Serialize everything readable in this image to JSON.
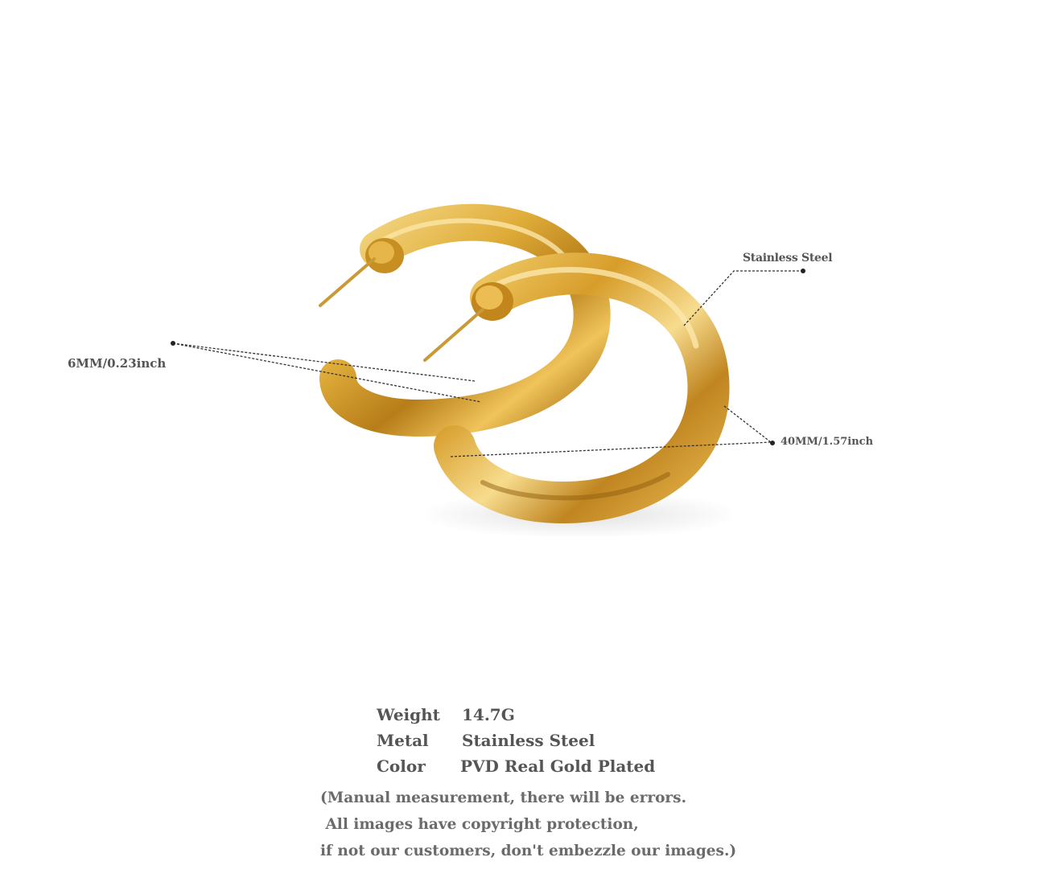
{
  "product_image": {
    "subject": "Gold chunky C-hoop earrings (pair)",
    "colors": {
      "gold_light": "#f3d27a",
      "gold_mid": "#d9a52f",
      "gold_dark": "#9c6a12",
      "text": "#555555",
      "background": "#ffffff"
    }
  },
  "callouts": {
    "material": "Stainless Steel",
    "thickness": "6MM/0.23inch",
    "diameter": "40MM/1.57inch"
  },
  "specs": [
    {
      "key": "Weight",
      "value": "14.7G"
    },
    {
      "key": "Metal",
      "value": "Stainless Steel"
    },
    {
      "key": "Color",
      "value": "PVD Real Gold Plated"
    }
  ],
  "disclaimer": [
    "(Manual measurement, there will be errors.",
    " All images have copyright protection,",
    "if not our customers, don't embezzle our images.)"
  ]
}
